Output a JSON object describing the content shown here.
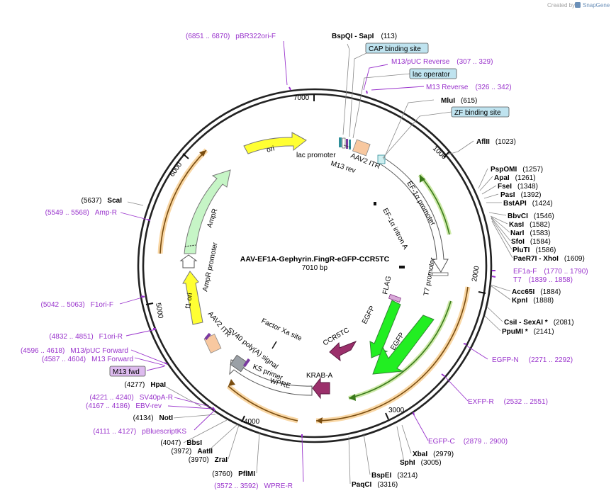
{
  "credit": {
    "created_by": "Created by",
    "app": "SnapGene"
  },
  "plasmid": {
    "name": "AAV-EF1A-Gephyrin.FingR-eGFP-CCR5TC",
    "length_label": "7010 bp"
  },
  "ticks": [
    "1000",
    "2000",
    "3000",
    "4000",
    "5000",
    "6000",
    "7000"
  ],
  "boxed_labels": [
    {
      "text": "CAP binding site",
      "kind": "blue"
    },
    {
      "text": "lac operator",
      "kind": "blue"
    },
    {
      "text": "ZF binding site",
      "kind": "blue"
    },
    {
      "text": "M13 fwd",
      "kind": "purple"
    }
  ],
  "sites": [
    {
      "name": "BspQI",
      "suffix": "  -  SapI",
      "pos": "(113)"
    },
    {
      "name": "MluI",
      "pos": "(615)"
    },
    {
      "name": "AflII",
      "pos": "(1023)"
    },
    {
      "name": "PspOMI",
      "pos": "(1257)"
    },
    {
      "name": "ApaI",
      "pos": "(1261)"
    },
    {
      "name": "FseI",
      "pos": "(1348)"
    },
    {
      "name": "PasI",
      "pos": "(1392)"
    },
    {
      "name": "BstAPI",
      "pos": "(1424)"
    },
    {
      "name": "BbvCI",
      "pos": "(1546)"
    },
    {
      "name": "KasI",
      "pos": "(1582)"
    },
    {
      "name": "NarI",
      "pos": "(1583)"
    },
    {
      "name": "SfoI",
      "pos": "(1584)"
    },
    {
      "name": "PluTI",
      "pos": "(1586)"
    },
    {
      "name": "PaeR7I",
      "suffix": "  -  XhoI",
      "pos": "(1609)"
    },
    {
      "name": "Acc65I",
      "pos": "(1884)"
    },
    {
      "name": "KpnI",
      "pos": "(1888)"
    },
    {
      "name": "CsiI",
      "suffix": "  -  SexAI *",
      "pos": "(2081)"
    },
    {
      "name": "PpuMI *",
      "pos": "(2141)"
    },
    {
      "name": "XbaI",
      "pos": "(2979)"
    },
    {
      "name": "SphI",
      "pos": "(3005)"
    },
    {
      "name": "BspEI",
      "pos": "(3214)"
    },
    {
      "name": "PaqCI",
      "pos": "(3316)"
    },
    {
      "name": "PflMI",
      "pos": "(3760)"
    },
    {
      "name": "ZraI",
      "pos": "(3970)"
    },
    {
      "name": "AatII",
      "pos": "(3972)"
    },
    {
      "name": "BbsI",
      "pos": "(4047)"
    },
    {
      "name": "NotI",
      "pos": "(4134)"
    },
    {
      "name": "HpaI",
      "pos": "(4277)"
    },
    {
      "name": "ScaI",
      "pos": "(5637)"
    }
  ],
  "primers": [
    {
      "range": "(6851 .. 6870)",
      "name": "pBR322ori-F"
    },
    {
      "name": "M13/pUC Reverse",
      "range": "(307 .. 329)"
    },
    {
      "name": "M13 Reverse",
      "range": "(326 .. 342)"
    },
    {
      "name": "EF1a-F",
      "range": "(1770 .. 1790)"
    },
    {
      "name": "T7",
      "range": "(1839 .. 1858)"
    },
    {
      "name": "EGFP-N",
      "range": "(2271 .. 2292)"
    },
    {
      "name": "EXFP-R",
      "range": "(2532 .. 2551)"
    },
    {
      "name": "EGFP-C",
      "range": "(2879 .. 2900)"
    },
    {
      "range": "(3572 .. 3592)",
      "name": "WPRE-R"
    },
    {
      "range": "(4111 .. 4127)",
      "name": "pBluescriptKS"
    },
    {
      "range": "(4167 .. 4186)",
      "name": "EBV-rev"
    },
    {
      "range": "(4221 .. 4240)",
      "name": "SV40pA-R"
    },
    {
      "range": "(4587 .. 4604)",
      "name": "M13 Forward"
    },
    {
      "range": "(4596 .. 4618)",
      "name": "M13/pUC Forward"
    },
    {
      "range": "(4832 .. 4851)",
      "name": "F1ori-R"
    },
    {
      "range": "(5042 .. 5063)",
      "name": "F1ori-F"
    },
    {
      "range": "(5549 .. 5568)",
      "name": "Amp-R"
    }
  ],
  "features": [
    "lac promoter",
    "M13 rev",
    "AAV2 ITR",
    "EF-1α promoter",
    "EF-1α intron A",
    "T7 promoter",
    "FLAG",
    "EGFP",
    "EGFP",
    "CCR5TC",
    "KRAB-A",
    "WPRE",
    "KS primer",
    "Factor Xa site",
    "SV40 poly(A) signal",
    "AAV2 ITR",
    "f1 ori",
    "AmpR promoter",
    "AmpR",
    "ori"
  ]
}
